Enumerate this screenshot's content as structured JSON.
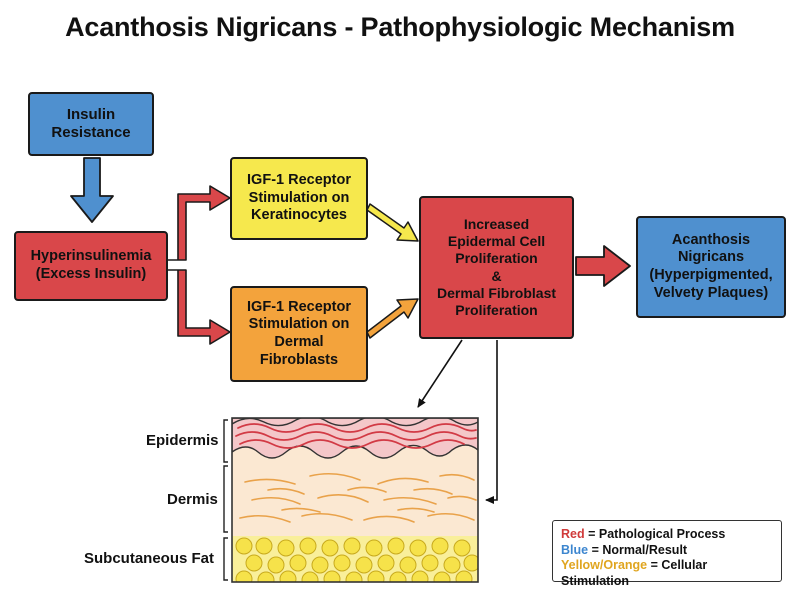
{
  "title": "Acanthosis Nigricans - Pathophysiologic Mechanism",
  "nodes": {
    "insulin_resistance": "Insulin\nResistance",
    "hyperinsulinemia": "Hyperinsulinemia\n(Excess Insulin)",
    "igf1_keratinocytes": "IGF-1 Receptor\nStimulation on\nKeratinocytes",
    "igf1_fibroblasts": "IGF-1 Receptor\nStimulation on\nDermal\nFibroblasts",
    "proliferation": "Increased\nEpidermal Cell\nProliferation\n&\nDermal Fibroblast\nProliferation",
    "acanthosis": "Acanthosis\nNigricans\n(Hyperpigmented,\nVelvety Plaques)"
  },
  "skin_layers": {
    "epidermis": "Epidermis",
    "dermis": "Dermis",
    "fat": "Subcutaneous Fat"
  },
  "legend": {
    "red_key": "Red",
    "red_text": " = Pathological Process",
    "blue_key": "Blue",
    "blue_text": " = Normal/Result",
    "yellow_key": "Yellow/Orange",
    "yellow_text": " = Cellular Stimulation"
  },
  "colors": {
    "blue": "#4f90cf",
    "red": "#d9474a",
    "yellow": "#f6e84d",
    "orange": "#f3a33c",
    "epidermis_fill": "#f4c7c9",
    "dermis_fill": "#fbe8d2",
    "fat_fill": "#f9ef9a"
  }
}
